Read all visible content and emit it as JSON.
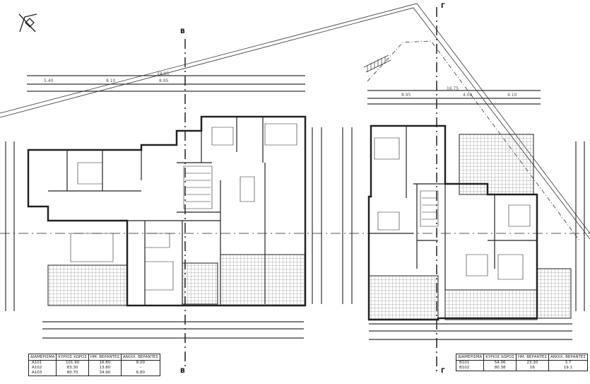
{
  "sections": {
    "left_marker": "B",
    "right_marker": "Γ"
  },
  "dimensions": {
    "left_top_1": "5.40",
    "left_top_2": "8.10",
    "left_total": "24.95",
    "left_top_3": "8.95",
    "right_top_1": "8.95",
    "right_top_2": "4.00",
    "right_top_3": "4.10",
    "right_total": "16.75"
  },
  "tables": [
    {
      "headers": [
        "ΔΙΑΜΕΡΙΣΜΑ",
        "ΚΥΡΙΟΣ ΧΩΡΟΣ",
        "ΗΜ. ΒΕΡΑΝΤΕΣ",
        "ΑΝΟΙΧ. ΒΕΡΑΝΤΕΣ"
      ],
      "rows": [
        [
          "A101",
          "101.90",
          "16.80",
          "8.00"
        ],
        [
          "A102",
          "83.30",
          "13.80",
          "-"
        ],
        [
          "A103",
          "80.70",
          "34.90",
          "6.80"
        ]
      ]
    },
    {
      "headers": [
        "ΔΙΑΜΕΡΙΣΜΑ",
        "ΚΥΡΙΟΣ ΧΩΡΟΣ",
        "ΗΜ. ΒΕΡΑΝΤΕΣ",
        "ΑΝΟΙΧ. ΒΕΡΑΝΤΕΣ"
      ],
      "rows": [
        [
          "B101",
          "54.06",
          "23.30",
          "3.7"
        ],
        [
          "B102",
          "80.38",
          "16",
          "19.1"
        ]
      ]
    }
  ],
  "colors": {
    "ink": "#222222",
    "hatch": "#555555"
  }
}
